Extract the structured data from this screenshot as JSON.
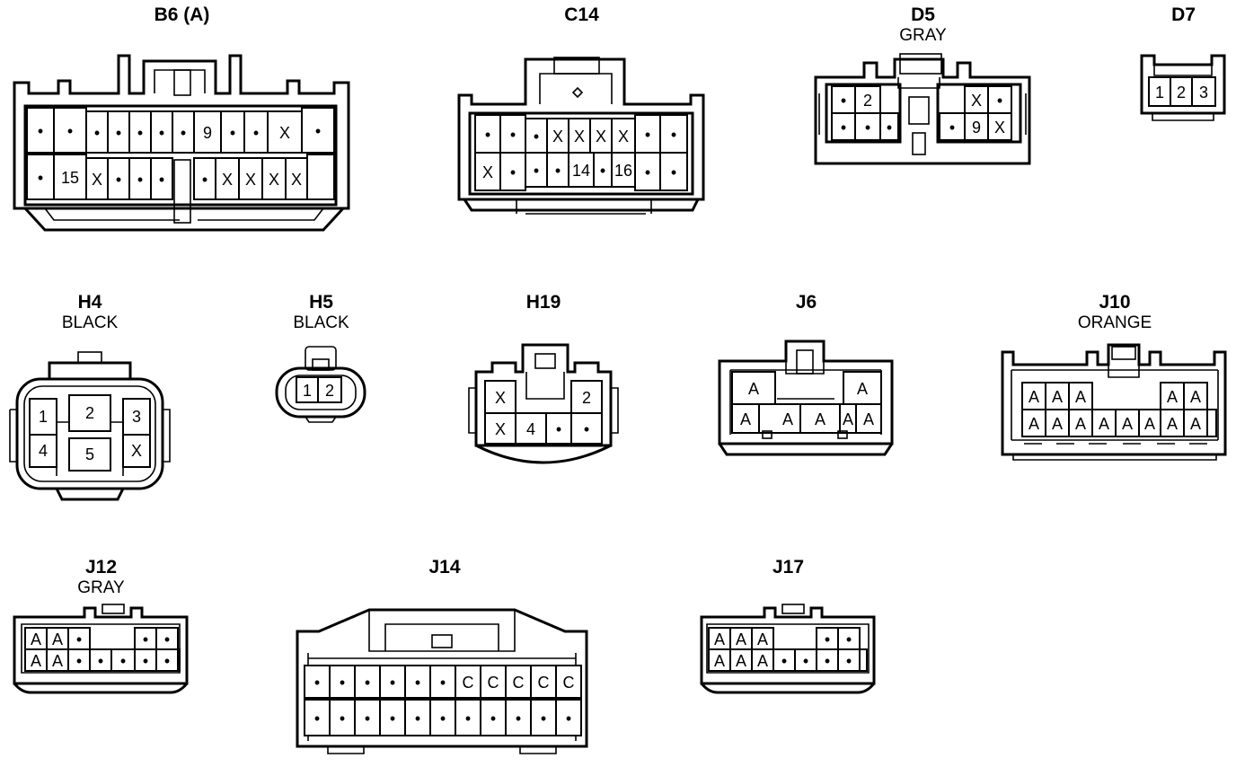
{
  "connectors": {
    "B6": {
      "name": "B6 (A)",
      "color": "",
      "row1": [
        "•",
        "•",
        "•",
        "•",
        "•",
        "•",
        "•",
        "9",
        "•",
        "•",
        "X",
        "•"
      ],
      "row2": [
        "•",
        "15",
        "X",
        "•",
        "•",
        "•",
        "•",
        "X",
        "X",
        "X",
        "X"
      ]
    },
    "C14": {
      "name": "C14",
      "color": "",
      "row1": [
        "•",
        "•",
        "•",
        "X",
        "X",
        "X",
        "X",
        "•",
        "•"
      ],
      "row2": [
        "X",
        "•",
        "•",
        "•",
        "14",
        "•",
        "16",
        "•",
        "•"
      ]
    },
    "D5": {
      "name": "D5",
      "color": "GRAY",
      "row1": [
        "•",
        "2",
        "X",
        "•"
      ],
      "row2": [
        "•",
        "•",
        "•",
        "•",
        "9",
        "X"
      ]
    },
    "D7": {
      "name": "D7",
      "color": "",
      "row1": [
        "1",
        "2",
        "3"
      ]
    },
    "H4": {
      "name": "H4",
      "color": "BLACK",
      "row1": [
        "1",
        "2",
        "3"
      ],
      "row2": [
        "4",
        "5",
        "X"
      ]
    },
    "H5": {
      "name": "H5",
      "color": "BLACK",
      "row1": [
        "1",
        "2"
      ]
    },
    "H19": {
      "name": "H19",
      "color": "",
      "row1": [
        "X",
        "2"
      ],
      "row2": [
        "X",
        "4",
        "•",
        "•"
      ]
    },
    "J6": {
      "name": "J6",
      "color": "",
      "row1": [
        "A",
        "A"
      ],
      "row2": [
        "A",
        "A",
        "A",
        "A",
        "A"
      ]
    },
    "J10": {
      "name": "J10",
      "color": "ORANGE",
      "row1": [
        "A",
        "A",
        "A",
        "A",
        "A"
      ],
      "row2": [
        "A",
        "A",
        "A",
        "A",
        "A",
        "A",
        "A",
        "A",
        "A"
      ]
    },
    "J12": {
      "name": "J12",
      "color": "GRAY",
      "row1": [
        "A",
        "A",
        "•",
        "•",
        "•"
      ],
      "row2": [
        "A",
        "A",
        "•",
        "•",
        "•",
        "•",
        "•",
        "•"
      ]
    },
    "J14": {
      "name": "J14",
      "color": "",
      "row1": [
        "•",
        "•",
        "•",
        "•",
        "•",
        "•",
        "C",
        "C",
        "C",
        "C",
        "C"
      ],
      "row2": [
        "•",
        "•",
        "•",
        "•",
        "•",
        "•",
        "•",
        "•",
        "•",
        "•",
        "•"
      ]
    },
    "J17": {
      "name": "J17",
      "color": "",
      "row1": [
        "A",
        "A",
        "A",
        "•",
        "•"
      ],
      "row2": [
        "A",
        "A",
        "A",
        "•",
        "•",
        "•",
        "•",
        "•"
      ]
    }
  }
}
